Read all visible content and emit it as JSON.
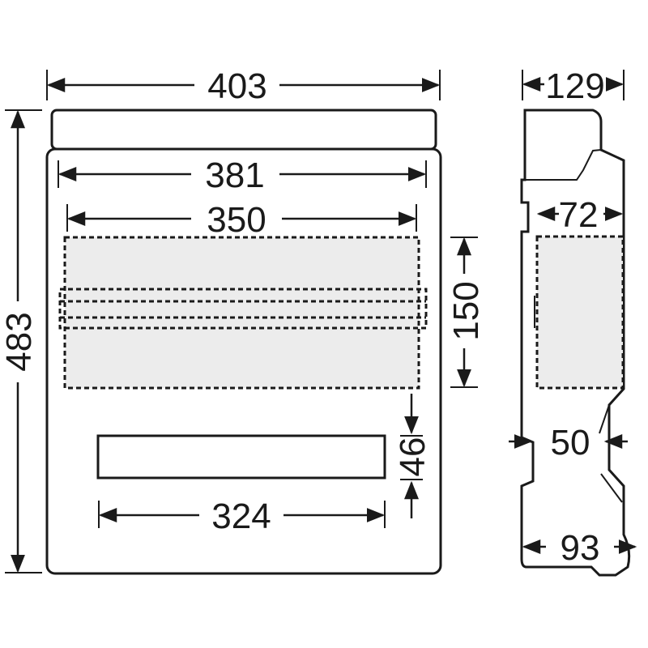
{
  "dimensions": {
    "overall_width": "403",
    "overall_height": "483",
    "inner_width": "381",
    "cutout_width": "350",
    "cutout_height": "150",
    "label_gap": "46",
    "label_width": "324",
    "depth": "129",
    "cutout_depth": "72",
    "rail_offset": "50",
    "base_depth": "93"
  }
}
